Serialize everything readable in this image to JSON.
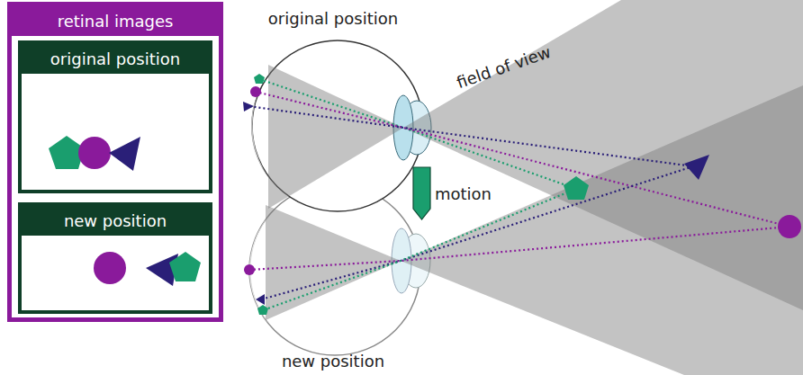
{
  "diagram": {
    "nodes": [
      {
        "text": [
          "retinal images"
        ]
      },
      {
        "text": [
          "original position"
        ],
        "in": 0
      },
      {
        "text": [
          "new position"
        ],
        "in": 0
      }
    ],
    "labels": [
      "original position",
      "field of view",
      "motion",
      "new position"
    ]
  }
}
